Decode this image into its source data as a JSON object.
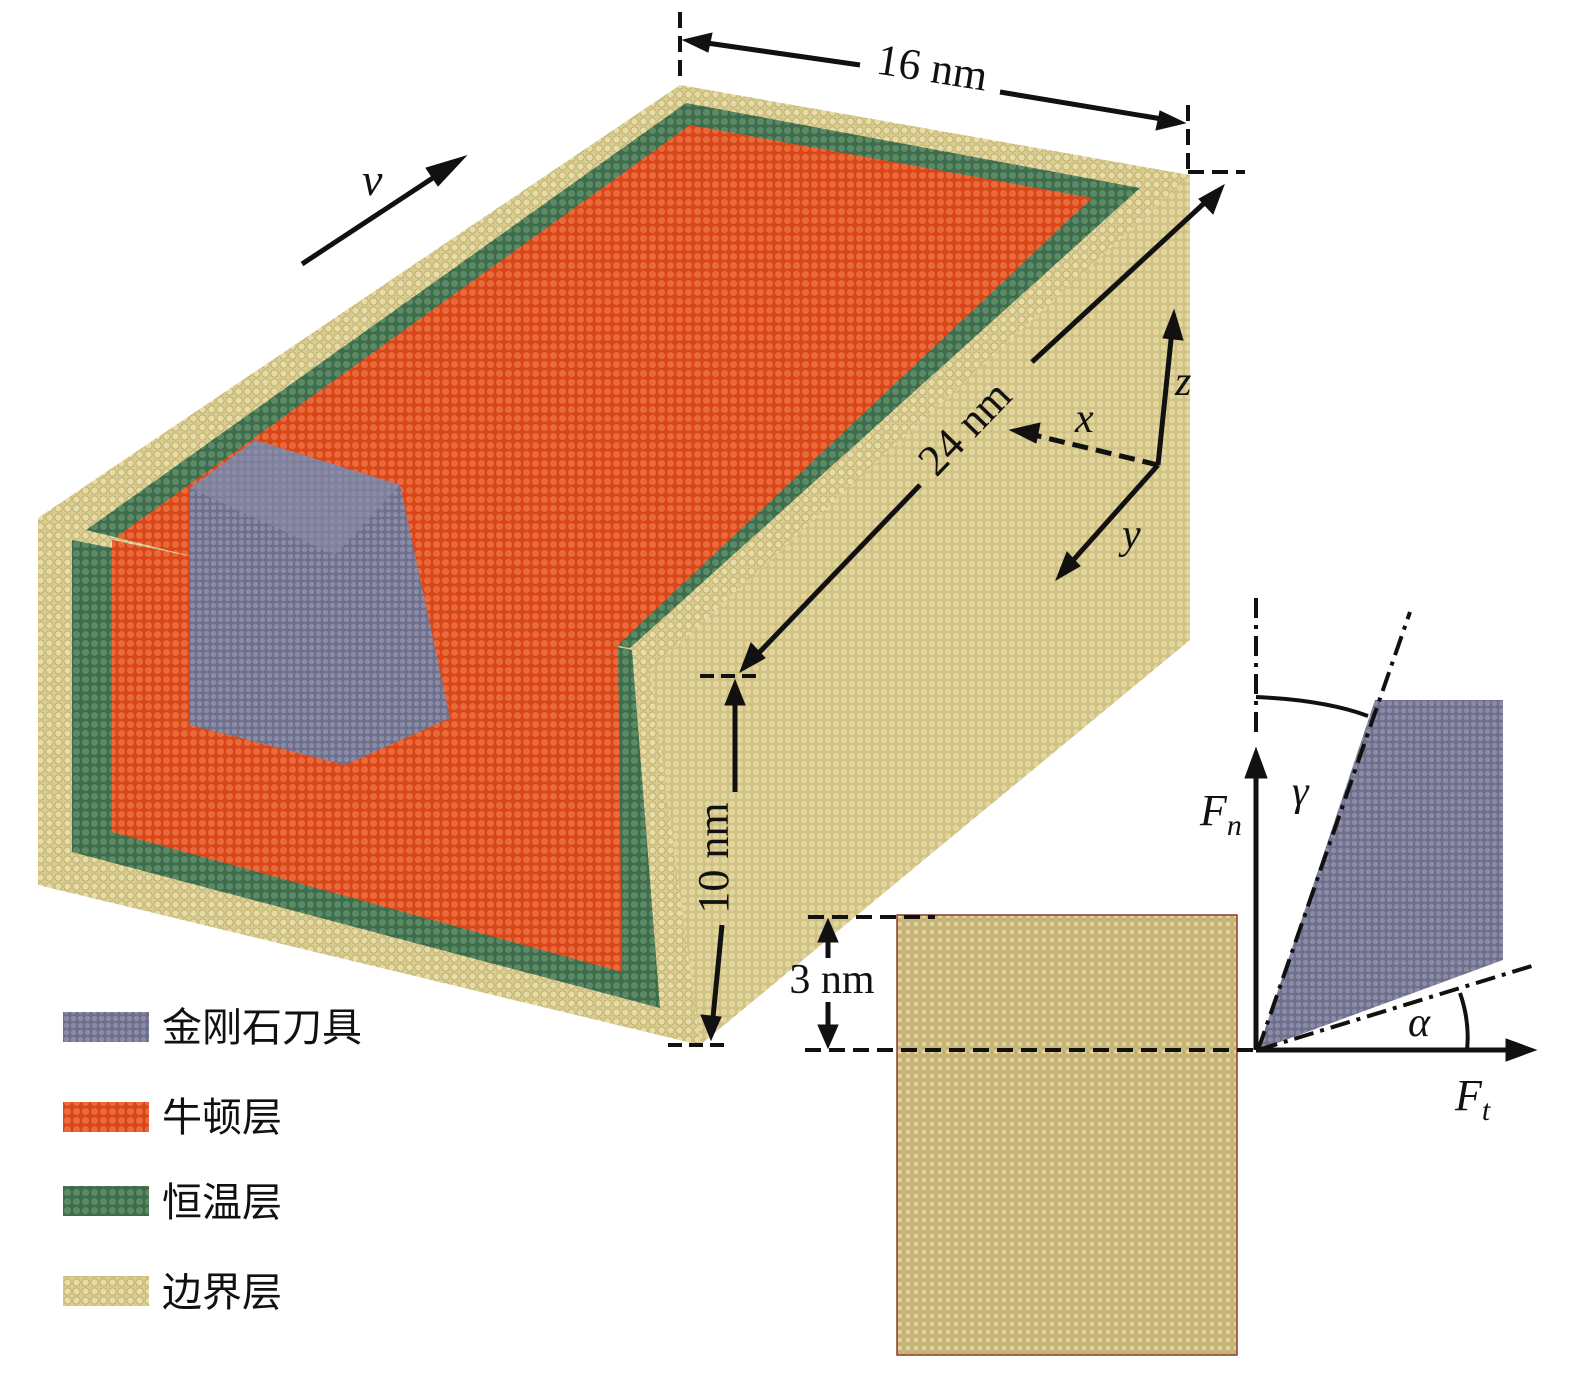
{
  "colors": {
    "tool": "#7a7b95",
    "newton": "#e0501f",
    "thermostat": "#4a7a58",
    "boundary": "#d9cc8e",
    "line": "#111111"
  },
  "dims": {
    "width_label": "16 nm",
    "length_label": "24 nm",
    "height_label": "10 nm",
    "depth_label": "3 nm"
  },
  "axes": {
    "velocity": "v",
    "x": "x",
    "y": "y",
    "z": "z"
  },
  "forces": {
    "normal_main": "F",
    "normal_sub": "n",
    "tangential_main": "F",
    "tangential_sub": "t",
    "rake_angle": "γ",
    "clearance_angle": "α"
  },
  "legend": [
    {
      "label": "金刚石刀具",
      "color": "#7a7b95"
    },
    {
      "label": "牛顿层",
      "color": "#e0501f"
    },
    {
      "label": "恒温层",
      "color": "#4a7a58"
    },
    {
      "label": "边界层",
      "color": "#d9cc8e"
    }
  ]
}
